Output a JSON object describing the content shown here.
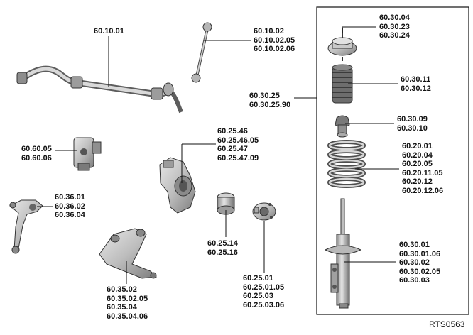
{
  "callouts": {
    "anti_roll_bar": [
      "60.10.01"
    ],
    "drop_link": [
      "60.10.02",
      "60.10.02.05",
      "60.10.02.06"
    ],
    "strut_assembly": [
      "60.30.25",
      "60.30.25.90"
    ],
    "top_mount": [
      "60.30.04",
      "60.30.23",
      "60.30.24"
    ],
    "dust_cover": [
      "60.30.11",
      "60.30.12"
    ],
    "bump_stop": [
      "60.30.09",
      "60.30.10"
    ],
    "coil_spring": [
      "60.20.01",
      "60.20.04",
      "60.20.05",
      "60.20.11.05",
      "60.20.12",
      "60.20.12.06"
    ],
    "damper": [
      "60.30.01",
      "60.30.01.06",
      "60.30.02",
      "60.30.02.05",
      "60.30.03"
    ],
    "sensor": [
      "60.60.05",
      "60.60.06"
    ],
    "hub_knuckle": [
      "60.25.46",
      "60.25.46.05",
      "60.25.47",
      "60.25.47.09"
    ],
    "bearing": [
      "60.25.14",
      "60.25.16"
    ],
    "hub_flange": [
      "60.25.01",
      "60.25.01.05",
      "60.25.03",
      "60.25.03.06"
    ],
    "upper_arm": [
      "60.36.01",
      "60.36.02",
      "60.36.04"
    ],
    "lower_arm": [
      "60.35.02",
      "60.35.02.05",
      "60.35.04",
      "60.35.04.06"
    ]
  },
  "reference": "RTS0563",
  "colors": {
    "ink": "#111111",
    "part_fill": "#cfcfcf",
    "part_shadow": "#7a7a7a",
    "part_dark": "#4a4a4a"
  }
}
